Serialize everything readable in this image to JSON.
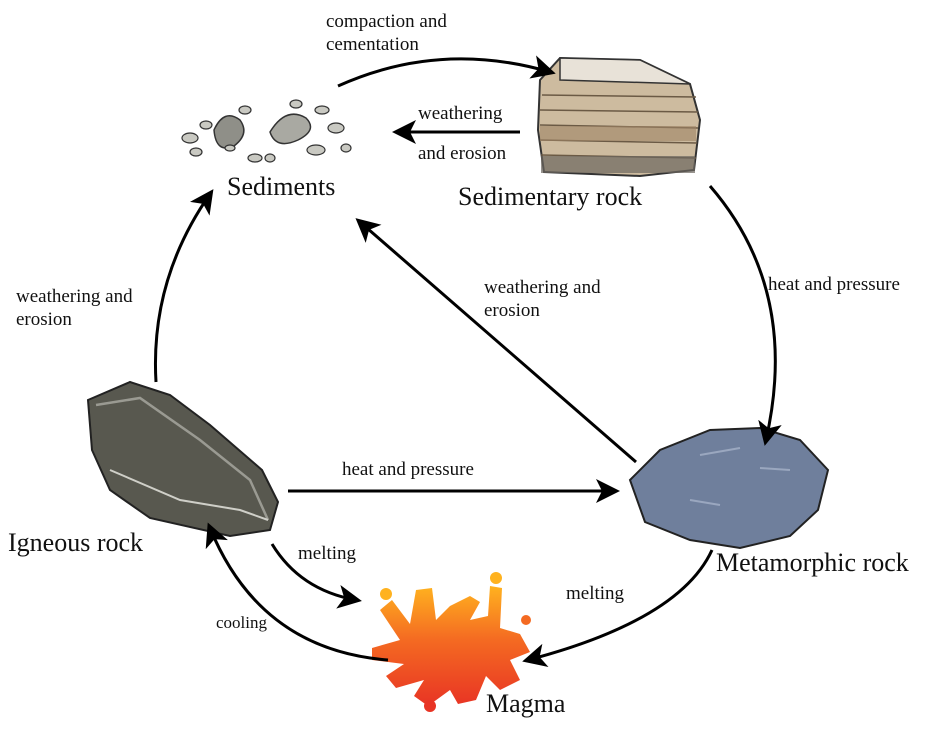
{
  "nodes": {
    "sediments": "Sediments",
    "sedimentary_rock": "Sedimentary rock",
    "igneous_rock": "Igneous rock",
    "metamorphic_rock": "Metamorphic rock",
    "magma": "Magma"
  },
  "edges": {
    "compaction_line1": "compaction and",
    "compaction_line2": "cementation",
    "weathering_top_line1": "weathering",
    "weathering_top_line2": "and erosion",
    "weathering_left_line1": "weathering and",
    "weathering_left_line2": "erosion",
    "weathering_center_line1": "weathering and",
    "weathering_center_line2": "erosion",
    "heat_pressure_right": "heat and pressure",
    "heat_pressure_center": "heat and pressure",
    "melting_left": "melting",
    "melting_right": "melting",
    "cooling": "cooling"
  },
  "colors": {
    "arrow": "#000000",
    "igneous": "#5a5a55",
    "metamorphic": "#6f7f9c",
    "sedimentary": "#bda78a",
    "magma": "#f0452a",
    "sediment": "#9a9a92"
  }
}
